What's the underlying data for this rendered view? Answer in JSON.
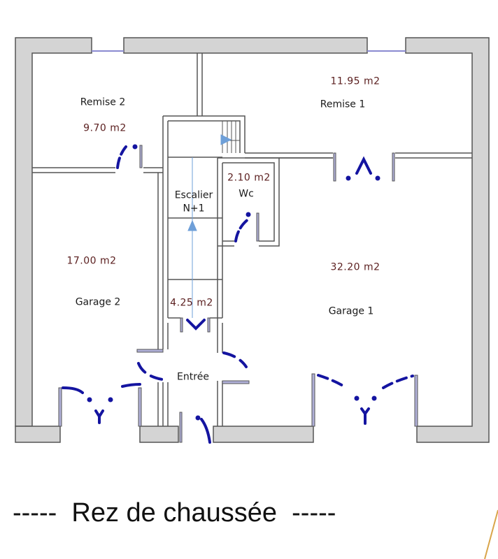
{
  "plan": {
    "title": "Rez de chaussée",
    "caption": "-----  Rez de chaussée  -----",
    "colors": {
      "wall_fill": "#d4d4d4",
      "wall_stroke": "#555555",
      "door_swing": "#1414a0",
      "window": "#8a8ad0",
      "stairs_arrow": "#6e9fd8",
      "area_text": "#5a1e1e"
    },
    "rooms": [
      {
        "id": "remise-2",
        "name": "Remise 2",
        "area": "9.70 m2"
      },
      {
        "id": "remise-1",
        "name": "Remise 1",
        "area": "11.95 m2"
      },
      {
        "id": "escalier",
        "name": "Escalier",
        "subtitle": "N+1",
        "area": "4.25 m2"
      },
      {
        "id": "wc",
        "name": "Wc",
        "area": "2.10 m2"
      },
      {
        "id": "garage-2",
        "name": "Garage 2",
        "area": "17.00 m2"
      },
      {
        "id": "garage-1",
        "name": "Garage 1",
        "area": "32.20 m2"
      },
      {
        "id": "entree",
        "name": "Entrée"
      }
    ]
  }
}
